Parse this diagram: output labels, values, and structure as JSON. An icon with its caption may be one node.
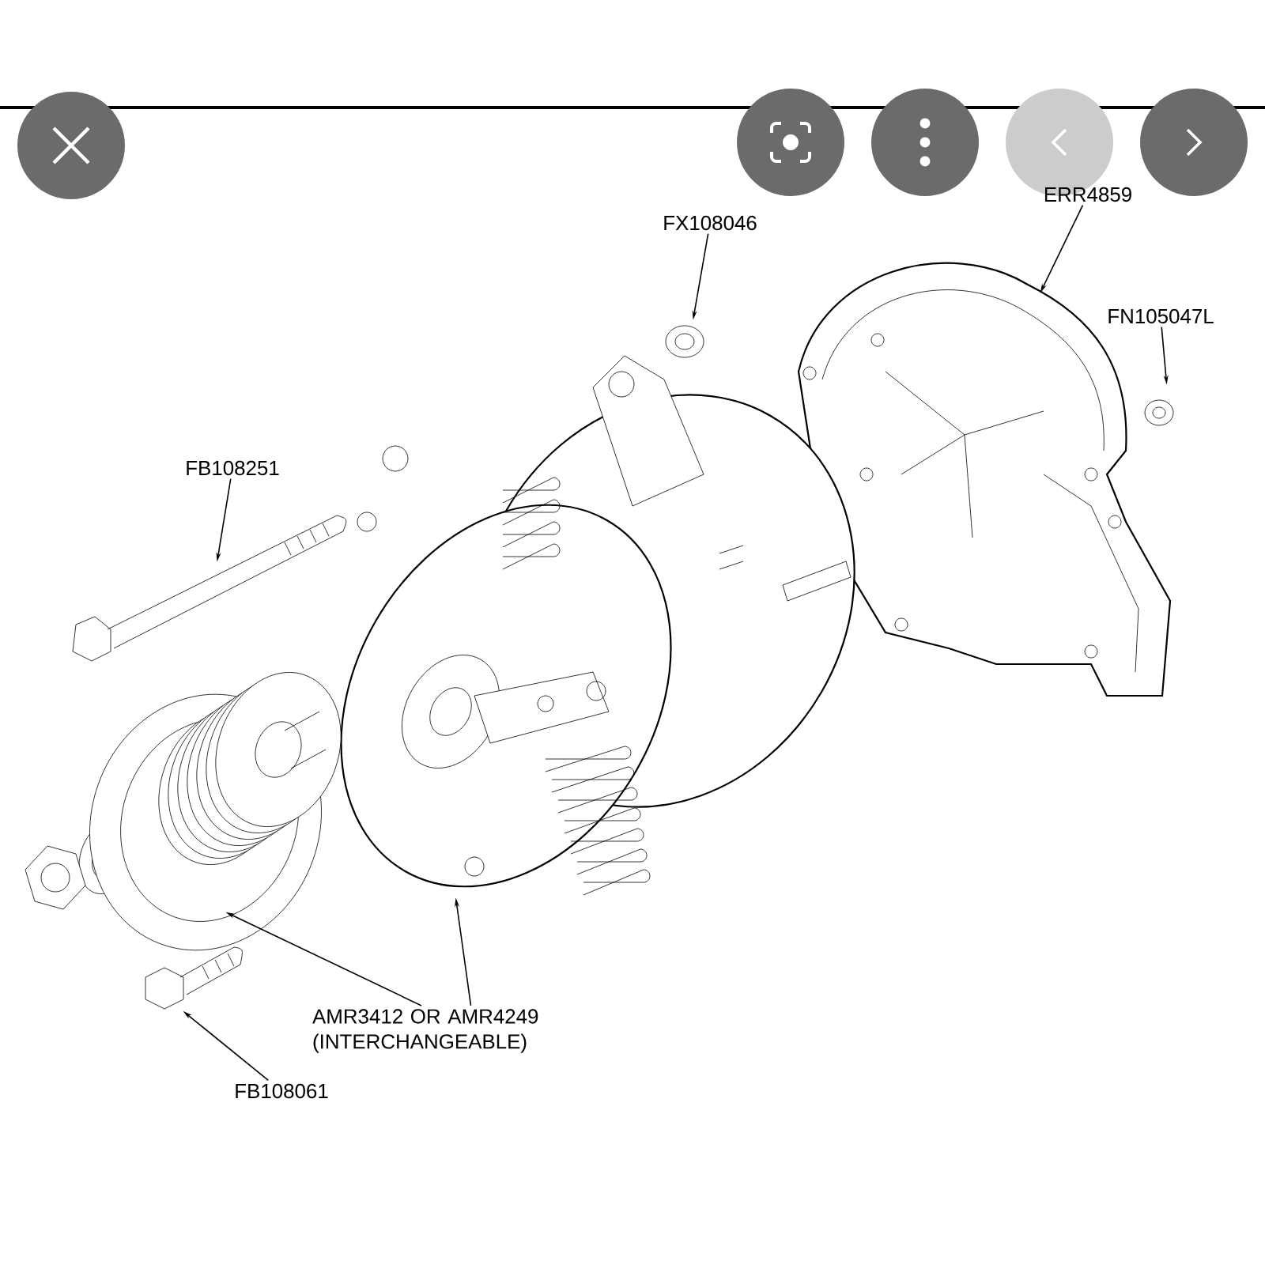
{
  "diagram": {
    "nodes": [
      {
        "text": [
          "FX108046"
        ]
      },
      {
        "text": [],
        "shape": "picture"
      },
      {
        "text": [
          "ERR4859"
        ]
      },
      {
        "text": [],
        "shape": "picture"
      },
      {
        "text": [
          "FN105047L"
        ]
      },
      {
        "text": [],
        "shape": "picture"
      },
      {
        "text": [
          "FB108251"
        ]
      },
      {
        "text": [],
        "shape": "picture"
      },
      {
        "text": [],
        "shape": "picture"
      },
      {
        "text": [],
        "shape": "picture"
      },
      {
        "text": [
          "AMR3412 OR AMR4249 (INTERCHANGEABLE)"
        ]
      },
      {
        "text": [
          "FB108061"
        ]
      },
      {
        "text": [],
        "shape": "picture"
      }
    ],
    "edges": [
      {
        "from": 0,
        "to": 1,
        "arrow": "to"
      },
      {
        "from": 2,
        "to": 3,
        "arrow": "to"
      },
      {
        "from": 4,
        "to": 5,
        "arrow": "to"
      },
      {
        "from": 6,
        "to": 7,
        "arrow": "to"
      },
      {
        "from": 10,
        "to": 9,
        "arrow": "to"
      },
      {
        "from": 10,
        "to": 8,
        "arrow": "to"
      },
      {
        "from": 11,
        "to": 12,
        "arrow": "to"
      }
    ]
  }
}
